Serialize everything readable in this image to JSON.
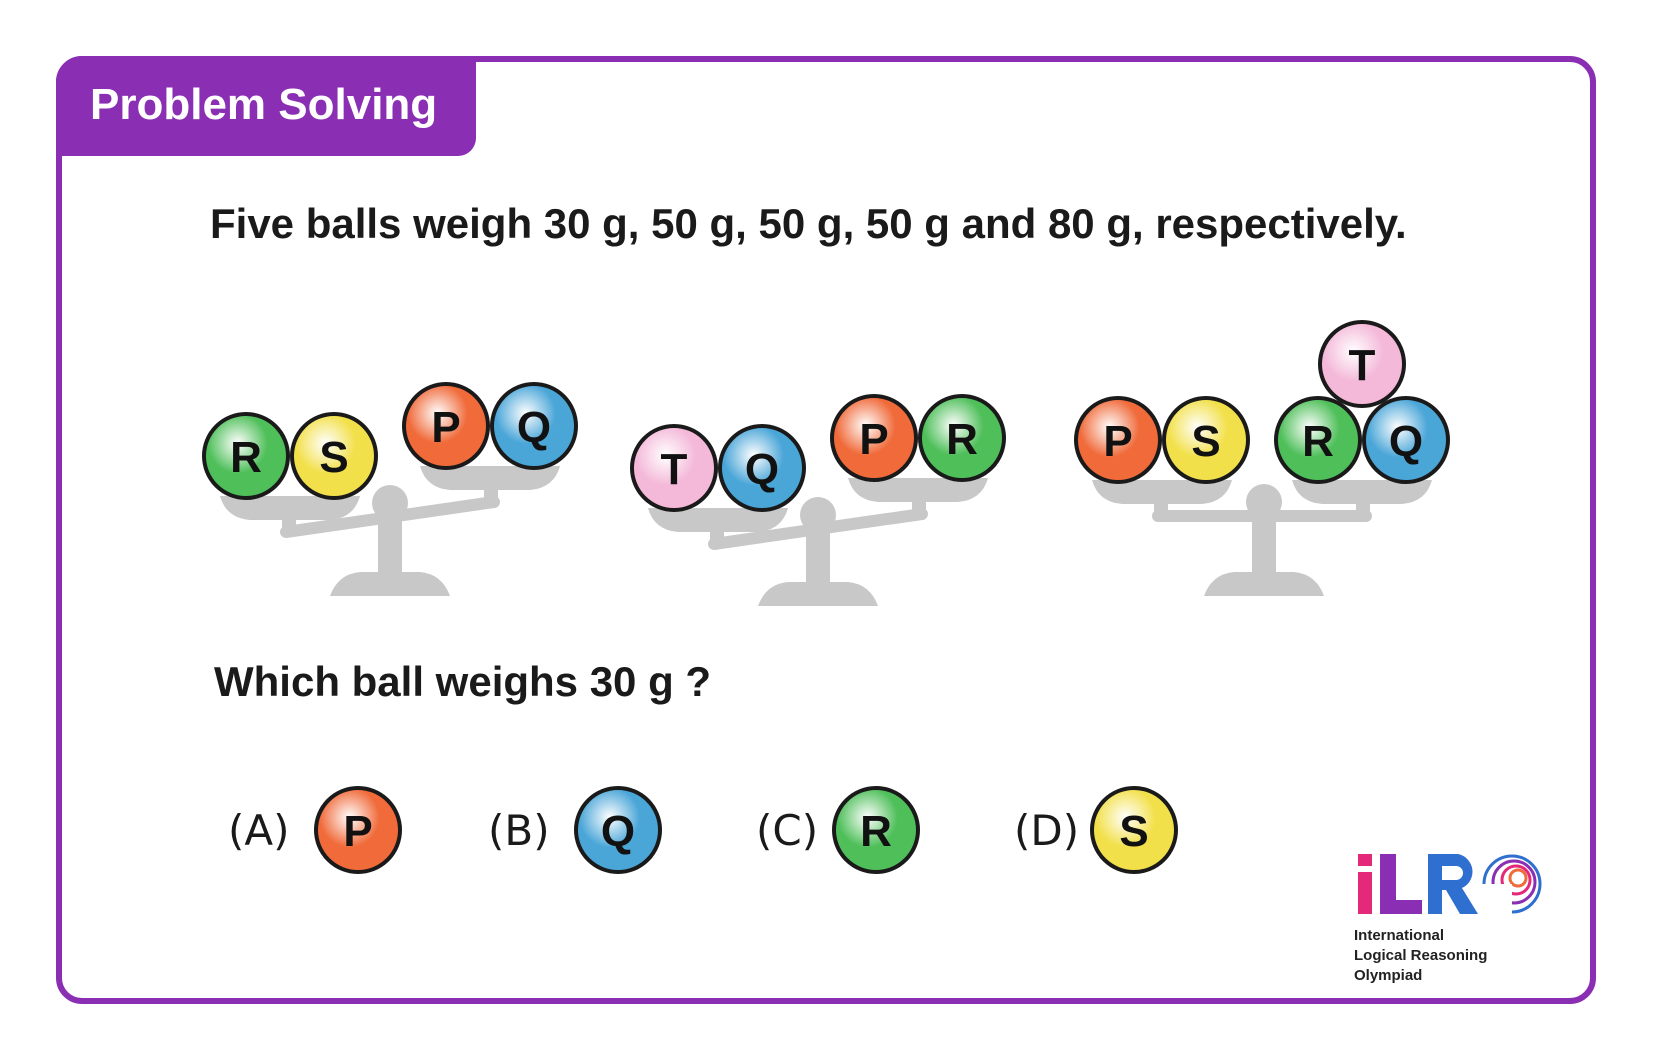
{
  "header": {
    "tag": "Problem Solving"
  },
  "statement": "Five balls weigh 30 g, 50 g, 50 g, 50 g and 80 g, respectively.",
  "question": "Which ball weighs 30 g ?",
  "colors": {
    "accent": "#8a2fb3",
    "ball_P": "#f06a3a",
    "ball_Q": "#4ba6d8",
    "ball_R": "#4fbf5a",
    "ball_S": "#f2e04a",
    "ball_T": "#f4b9d9",
    "scale": "#c8c8c8"
  },
  "scales": [
    {
      "left": [
        "R",
        "S"
      ],
      "right": [
        "P",
        "Q"
      ]
    },
    {
      "left": [
        "T",
        "Q"
      ],
      "right": [
        "P",
        "R"
      ]
    },
    {
      "left": [
        "P",
        "S"
      ],
      "right": [
        "R",
        "Q",
        "T"
      ]
    }
  ],
  "options": [
    {
      "label": "(A)",
      "ball": "P"
    },
    {
      "label": "(B)",
      "ball": "Q"
    },
    {
      "label": "(C)",
      "ball": "R"
    },
    {
      "label": "(D)",
      "ball": "S"
    }
  ],
  "logo": {
    "mark": "iLR",
    "lines": [
      "International",
      "Logical Reasoning",
      "Olympiad"
    ]
  }
}
